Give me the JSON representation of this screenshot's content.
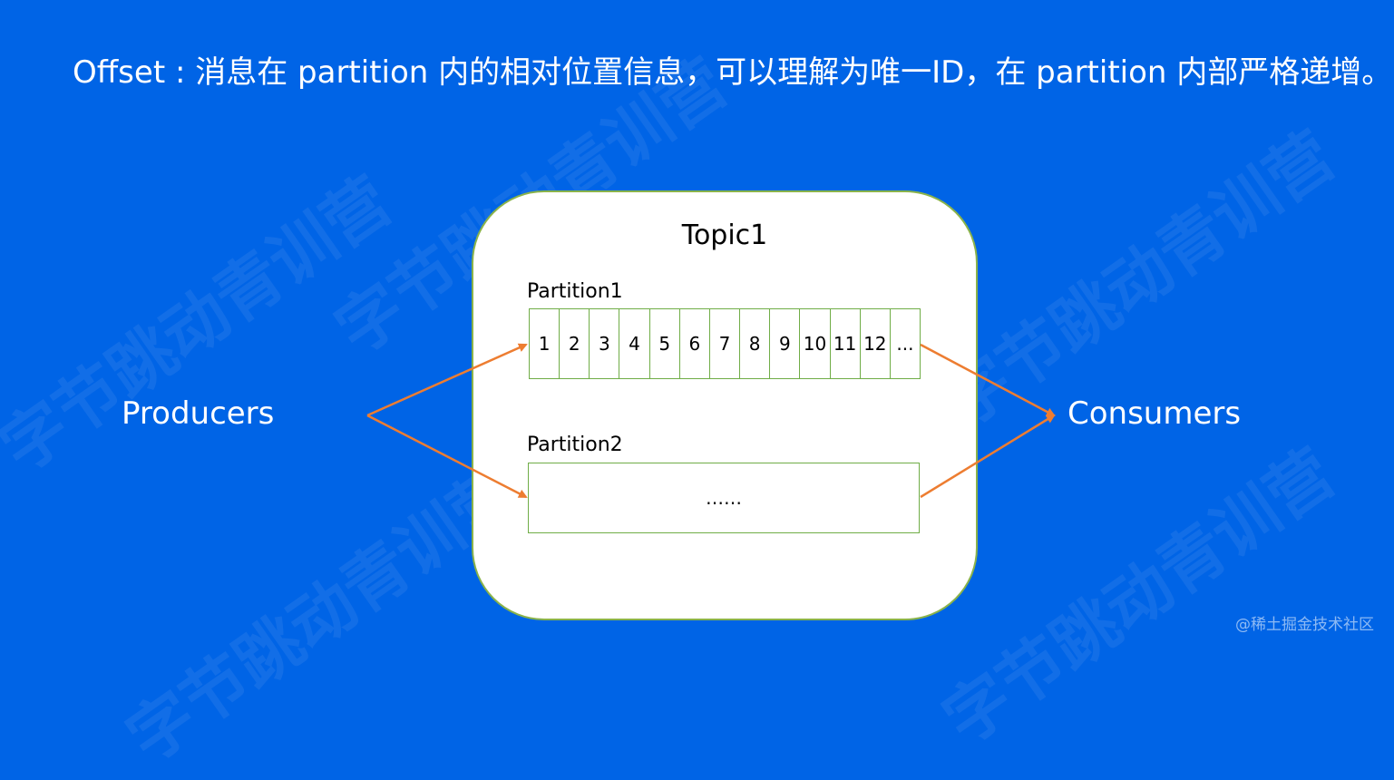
{
  "title": "Offset : 消息在 partition 内的相对位置信息，可以理解为唯一ID，在 partition 内部严格递增。",
  "producers_label": "Producers",
  "consumers_label": "Consumers",
  "topic": {
    "name": "Topic1",
    "partitions": [
      {
        "label": "Partition1",
        "cells": [
          "1",
          "2",
          "3",
          "4",
          "5",
          "6",
          "7",
          "8",
          "9",
          "10",
          "11",
          "12",
          "..."
        ]
      },
      {
        "label": "Partition2",
        "content": "……"
      }
    ]
  },
  "watermark_text": "字节跳动青训营",
  "credit": "@稀土掘金技术社区",
  "colors": {
    "background": "#0064e6",
    "arrow": "#ed7d31",
    "partition_border": "#70ad47"
  }
}
